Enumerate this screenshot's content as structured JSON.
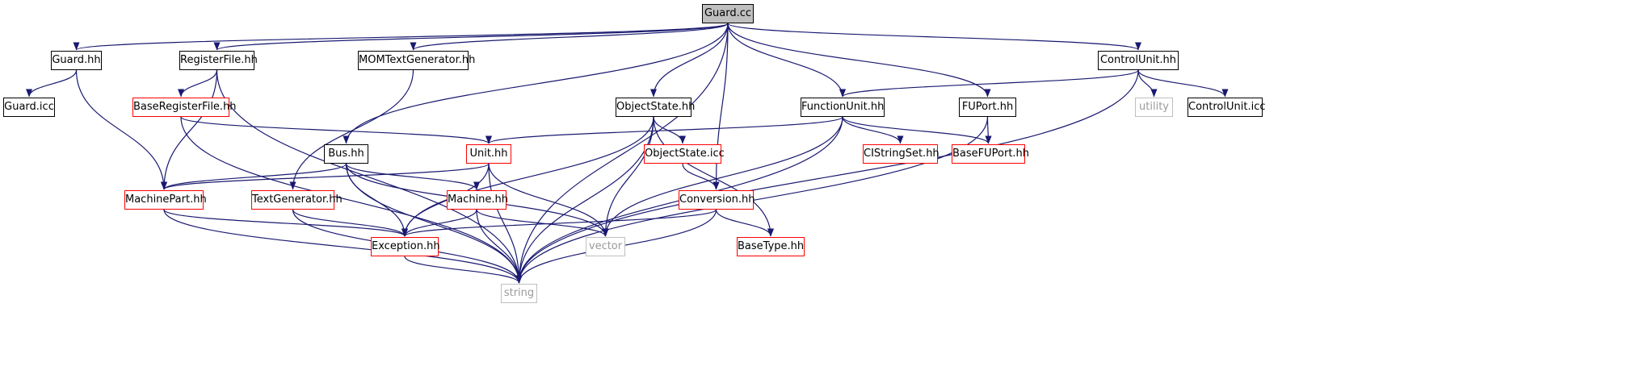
{
  "colors": {
    "edge": "#191970",
    "border_normal": "#000000",
    "border_truncated": "#ff0000",
    "border_external": "#bfbfbf",
    "root_fill": "#bfbfbf"
  },
  "nodes": [
    {
      "id": "guard_cc",
      "label": "Guard.cc",
      "kind": "root"
    },
    {
      "id": "guard_hh",
      "label": "Guard.hh",
      "kind": "normal"
    },
    {
      "id": "registerfile_hh",
      "label": "RegisterFile.hh",
      "kind": "normal"
    },
    {
      "id": "momtextgenerator_hh",
      "label": "MOMTextGenerator.hh",
      "kind": "normal"
    },
    {
      "id": "controlunit_hh",
      "label": "ControlUnit.hh",
      "kind": "normal"
    },
    {
      "id": "guard_icc",
      "label": "Guard.icc",
      "kind": "normal"
    },
    {
      "id": "baseregisterfile_hh",
      "label": "BaseRegisterFile.hh",
      "kind": "truncated"
    },
    {
      "id": "objectstate_hh",
      "label": "ObjectState.hh",
      "kind": "normal"
    },
    {
      "id": "functionunit_hh",
      "label": "FunctionUnit.hh",
      "kind": "normal"
    },
    {
      "id": "fuport_hh",
      "label": "FUPort.hh",
      "kind": "normal"
    },
    {
      "id": "utility",
      "label": "utility",
      "kind": "external"
    },
    {
      "id": "controlunit_icc",
      "label": "ControlUnit.icc",
      "kind": "normal"
    },
    {
      "id": "bus_hh",
      "label": "Bus.hh",
      "kind": "normal"
    },
    {
      "id": "unit_hh",
      "label": "Unit.hh",
      "kind": "truncated"
    },
    {
      "id": "objectstate_icc",
      "label": "ObjectState.icc",
      "kind": "truncated"
    },
    {
      "id": "cistringset_hh",
      "label": "CIStringSet.hh",
      "kind": "truncated"
    },
    {
      "id": "basefuport_hh",
      "label": "BaseFUPort.hh",
      "kind": "truncated"
    },
    {
      "id": "machinepart_hh",
      "label": "MachinePart.hh",
      "kind": "truncated"
    },
    {
      "id": "textgenerator_hh",
      "label": "TextGenerator.hh",
      "kind": "truncated"
    },
    {
      "id": "machine_hh",
      "label": "Machine.hh",
      "kind": "truncated"
    },
    {
      "id": "conversion_hh",
      "label": "Conversion.hh",
      "kind": "truncated"
    },
    {
      "id": "exception_hh",
      "label": "Exception.hh",
      "kind": "truncated"
    },
    {
      "id": "vector",
      "label": "vector",
      "kind": "external"
    },
    {
      "id": "basetype_hh",
      "label": "BaseType.hh",
      "kind": "truncated"
    },
    {
      "id": "string",
      "label": "string",
      "kind": "external"
    }
  ],
  "edges": [
    [
      "guard_cc",
      "guard_hh"
    ],
    [
      "guard_cc",
      "registerfile_hh"
    ],
    [
      "guard_cc",
      "momtextgenerator_hh"
    ],
    [
      "guard_cc",
      "controlunit_hh"
    ],
    [
      "guard_cc",
      "objectstate_hh"
    ],
    [
      "guard_cc",
      "bus_hh"
    ],
    [
      "guard_cc",
      "functionunit_hh"
    ],
    [
      "guard_cc",
      "fuport_hh"
    ],
    [
      "guard_cc",
      "conversion_hh"
    ],
    [
      "guard_cc",
      "string"
    ],
    [
      "guard_hh",
      "guard_icc"
    ],
    [
      "guard_hh",
      "machinepart_hh"
    ],
    [
      "registerfile_hh",
      "baseregisterfile_hh"
    ],
    [
      "registerfile_hh",
      "machinepart_hh"
    ],
    [
      "registerfile_hh",
      "string"
    ],
    [
      "momtextgenerator_hh",
      "textgenerator_hh"
    ],
    [
      "baseregisterfile_hh",
      "unit_hh"
    ],
    [
      "baseregisterfile_hh",
      "string"
    ],
    [
      "controlunit_hh",
      "functionunit_hh"
    ],
    [
      "controlunit_hh",
      "utility"
    ],
    [
      "controlunit_hh",
      "controlunit_icc"
    ],
    [
      "controlunit_hh",
      "string"
    ],
    [
      "objectstate_hh",
      "objectstate_icc"
    ],
    [
      "objectstate_hh",
      "exception_hh"
    ],
    [
      "objectstate_hh",
      "vector"
    ],
    [
      "objectstate_hh",
      "basetype_hh"
    ],
    [
      "objectstate_hh",
      "string"
    ],
    [
      "objectstate_icc",
      "conversion_hh"
    ],
    [
      "functionunit_hh",
      "unit_hh"
    ],
    [
      "functionunit_hh",
      "cistringset_hh"
    ],
    [
      "functionunit_hh",
      "basefuport_hh"
    ],
    [
      "functionunit_hh",
      "vector"
    ],
    [
      "functionunit_hh",
      "string"
    ],
    [
      "fuport_hh",
      "basefuport_hh"
    ],
    [
      "fuport_hh",
      "string"
    ],
    [
      "bus_hh",
      "machinepart_hh"
    ],
    [
      "bus_hh",
      "machine_hh"
    ],
    [
      "bus_hh",
      "exception_hh"
    ],
    [
      "bus_hh",
      "vector"
    ],
    [
      "bus_hh",
      "string"
    ],
    [
      "unit_hh",
      "machinepart_hh"
    ],
    [
      "unit_hh",
      "exception_hh"
    ],
    [
      "unit_hh",
      "vector"
    ],
    [
      "unit_hh",
      "string"
    ],
    [
      "machinepart_hh",
      "exception_hh"
    ],
    [
      "machinepart_hh",
      "string"
    ],
    [
      "textgenerator_hh",
      "exception_hh"
    ],
    [
      "textgenerator_hh",
      "string"
    ],
    [
      "machine_hh",
      "exception_hh"
    ],
    [
      "machine_hh",
      "vector"
    ],
    [
      "machine_hh",
      "string"
    ],
    [
      "conversion_hh",
      "exception_hh"
    ],
    [
      "conversion_hh",
      "basetype_hh"
    ],
    [
      "conversion_hh",
      "string"
    ],
    [
      "exception_hh",
      "string"
    ]
  ]
}
